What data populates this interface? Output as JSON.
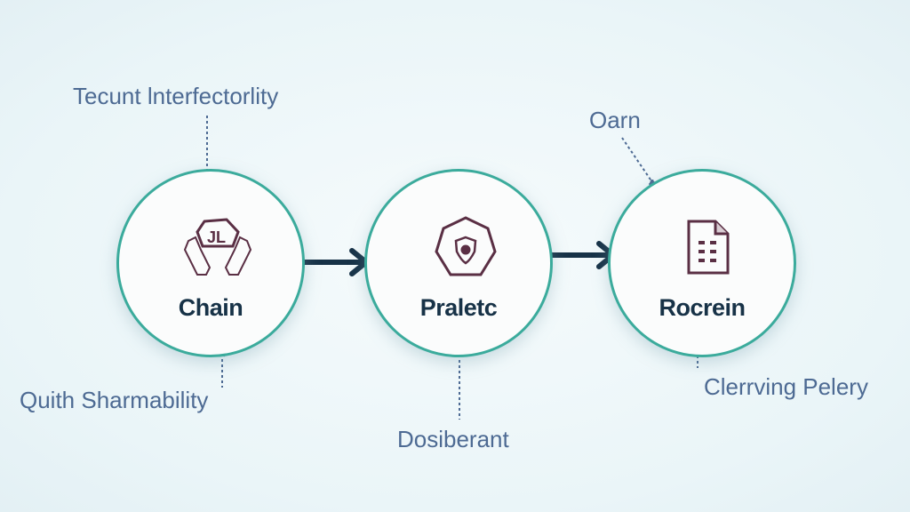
{
  "nodes": [
    {
      "label": "Chain",
      "icon": "hands-hexagon-icon"
    },
    {
      "label": "Praletc",
      "icon": "shield-hexagon-icon"
    },
    {
      "label": "Rocrein",
      "icon": "document-icon"
    }
  ],
  "annotations": {
    "top_left": "Tecunt lnterfectorlity",
    "top_right": "Oarn",
    "bottom_left": "Quith Sharmability",
    "bottom_middle": "Dosiberant",
    "bottom_right": "Clerrving Pelery"
  },
  "colors": {
    "ring": "#3bab9c",
    "arrow": "#173247",
    "icon": "#5a2f44",
    "annotation": "#4d6a93"
  }
}
